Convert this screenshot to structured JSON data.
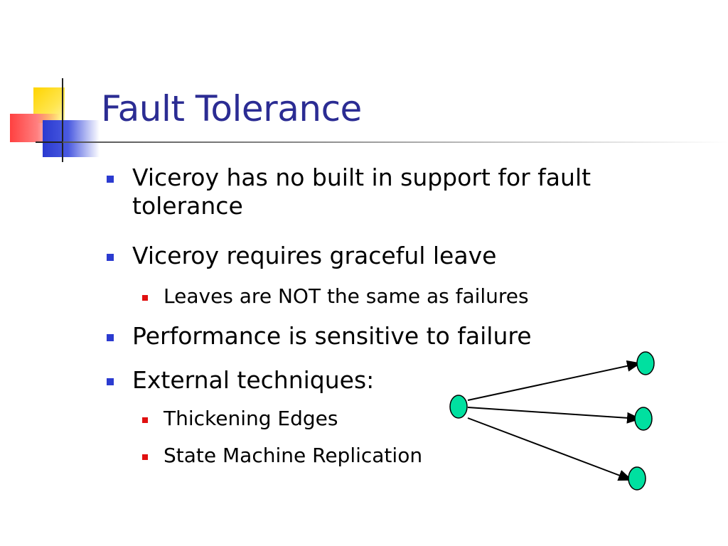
{
  "title": "Fault Tolerance",
  "bullets": [
    {
      "text": "Viceroy has no built in support for fault tolerance"
    },
    {
      "text": "Viceroy requires graceful leave"
    },
    {
      "text": "Leaves are NOT the same as failures"
    },
    {
      "text": "Performance is sensitive to failure"
    },
    {
      "text": "External techniques:"
    },
    {
      "text": "Thickening Edges"
    },
    {
      "text": "State Machine Replication"
    }
  ],
  "colors": {
    "title": "#2b2c93",
    "bullet_level1": "#2b3bd0",
    "bullet_level2": "#e01010",
    "node_fill": "#00e0a0"
  }
}
